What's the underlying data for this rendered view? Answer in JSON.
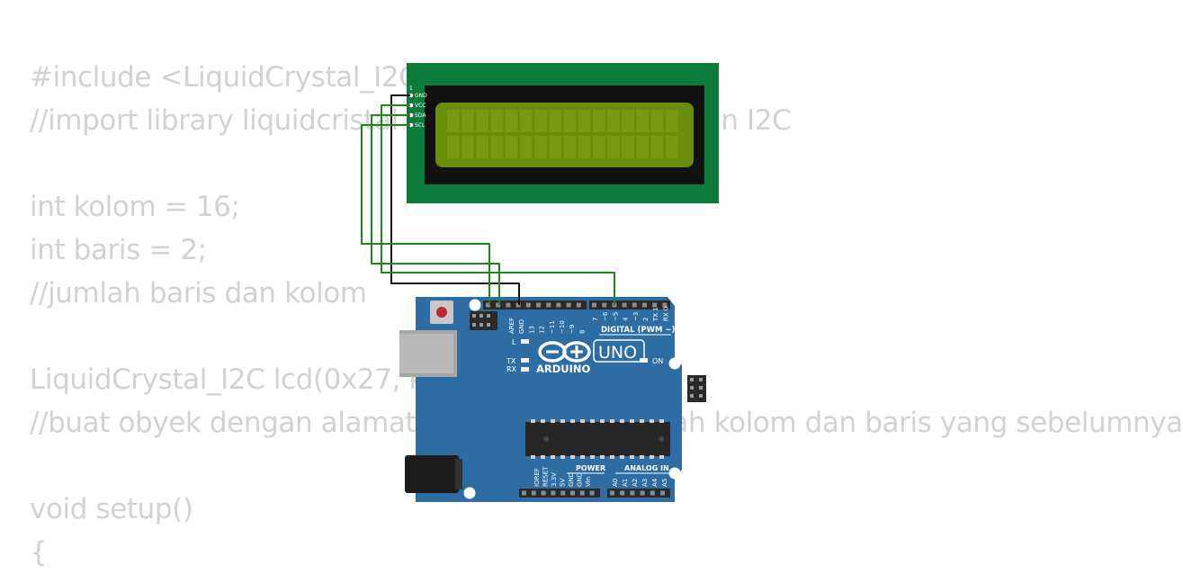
{
  "code_lines": [
    "#include <LiquidCrystal_I2C.h>",
    "//import library liquidcristal untuk lcd menggunakan I2C",
    "",
    "int kolom = 16;",
    "int baris = 2;",
    "//jumlah baris dan kolom",
    "",
    "LiquidCrystal_I2C lcd(0x27, kolom, baris);",
    "//buat obyek dengan alamat 0x27 dengan jumlah kolom dan baris yang sebelumnya",
    "",
    "void setup()",
    "{"
  ],
  "lcd": {
    "pins": [
      "GND",
      "VCC",
      "SDA",
      "SCL"
    ],
    "pin1_label": "1"
  },
  "arduino": {
    "brand": "ARDUINO",
    "model": "UNO",
    "digital_label": "DIGITAL (PWM ~)",
    "power_label": "POWER",
    "analog_label": "ANALOG IN",
    "on_label": "ON",
    "led_l": "L",
    "led_tx": "TX",
    "led_rx": "RX",
    "top_header_left": [
      "AREF",
      "GND",
      "13",
      "12",
      "~11",
      "~10",
      "~9",
      "8"
    ],
    "top_header_right": [
      "7",
      "~6",
      "~5",
      "4",
      "~3",
      "2",
      "TX 1",
      "RX 0"
    ],
    "power_pins": [
      "IOREF",
      "RESET",
      "3.3V",
      "5V",
      "GND",
      "GND",
      "Vin"
    ],
    "analog_pins": [
      "A0",
      "A1",
      "A2",
      "A3",
      "A4",
      "A5"
    ]
  },
  "colors": {
    "code_text": "#d2d2d2",
    "lcd_pcb": "#0c7c3c",
    "lcd_screen": "#6b8e0a",
    "board": "#2d6da3",
    "wire_green": "#1b8a1b",
    "wire_black": "#111111"
  }
}
